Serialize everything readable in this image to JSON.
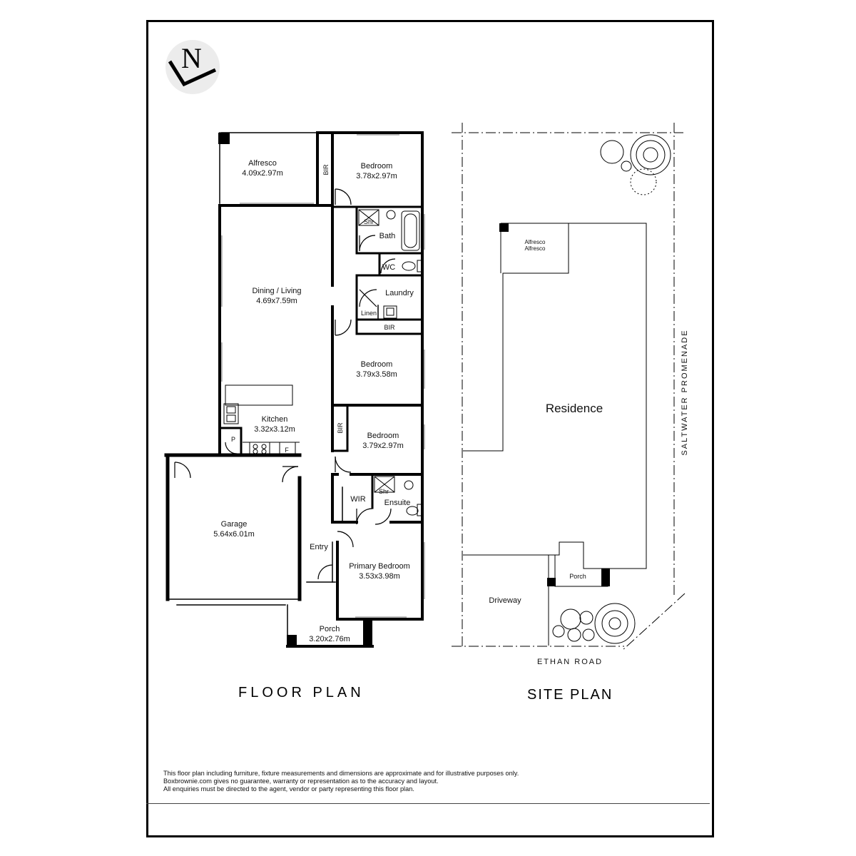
{
  "compass": {
    "letter": "N"
  },
  "floor_plan": {
    "heading": "FLOOR  PLAN",
    "rooms": {
      "alfresco": {
        "name": "Alfresco",
        "size": "4.09x2.97m"
      },
      "bedroom_1": {
        "name": "Bedroom",
        "size": "3.78x2.97m"
      },
      "bir_1": {
        "name": "BIR"
      },
      "bath": {
        "name": "Bath",
        "shower": "Shr"
      },
      "wc": {
        "name": "WC"
      },
      "laundry": {
        "name": "Laundry"
      },
      "linen": {
        "name": "Linen"
      },
      "bir_2": {
        "name": "BIR"
      },
      "dining_living": {
        "name": "Dining / Living",
        "size": "4.69x7.59m"
      },
      "bedroom_2": {
        "name": "Bedroom",
        "size": "3.79x3.58m"
      },
      "kitchen": {
        "name": "Kitchen",
        "size": "3.32x3.12m",
        "pantry": "P",
        "fridge": "F"
      },
      "bir_3": {
        "name": "BIR"
      },
      "bedroom_3": {
        "name": "Bedroom",
        "size": "3.79x2.97m"
      },
      "wir": {
        "name": "WIR"
      },
      "ensuite": {
        "name": "Ensuite",
        "shower": "Shr"
      },
      "garage": {
        "name": "Garage",
        "size": "5.64x6.01m"
      },
      "entry": {
        "name": "Entry"
      },
      "primary_bedroom": {
        "name": "Primary Bedroom",
        "size": "3.53x3.98m"
      },
      "porch": {
        "name": "Porch",
        "size": "3.20x2.76m"
      }
    }
  },
  "site_plan": {
    "heading": "SITE PLAN",
    "alfresco_label_1": "Alfresco",
    "alfresco_label_2": "Alfresco",
    "residence": "Residence",
    "porch": "Porch",
    "driveway": "Driveway",
    "street_bottom": "ETHAN ROAD",
    "street_right": "SALTWATER PROMENADE"
  },
  "disclaimer": [
    "This floor plan including furniture, fixture measurements and dimensions are approximate and for illustrative purposes only.",
    "Boxbrownie.com gives no guarantee, warranty or representation as to the accuracy and layout.",
    "All enquiries must be directed to the agent, vendor or party representing this floor plan."
  ]
}
